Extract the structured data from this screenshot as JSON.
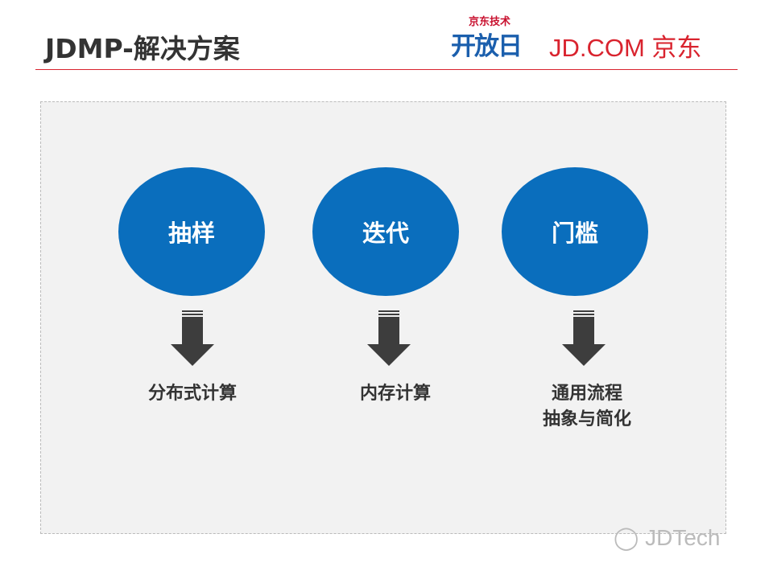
{
  "header": {
    "title": "JDMP-解决方案",
    "logo_small": "京东技术",
    "logo_big": "开放日",
    "logo_brand": "JD.COM 京东"
  },
  "items": [
    {
      "circle": "抽样",
      "result": [
        "分布式计算"
      ]
    },
    {
      "circle": "迭代",
      "result": [
        "内存计算"
      ]
    },
    {
      "circle": "门槛",
      "result": [
        "通用流程",
        "抽象与简化"
      ]
    }
  ],
  "watermark": "JDTech",
  "colors": {
    "accent": "#d9232e",
    "circle": "#0a6ebd",
    "arrow": "#3d3d3d"
  }
}
